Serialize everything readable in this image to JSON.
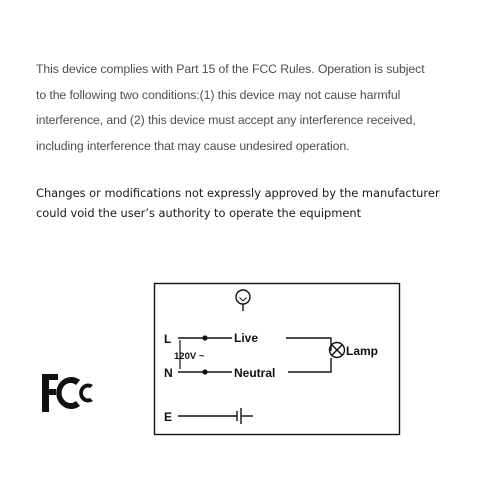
{
  "fcc_statement": {
    "lines": [
      "This device complies with Part 15 of the FCC Rules. Operation is subject",
      "to the following two conditions:(1) this device may not cause harmful",
      "interference, and (2) this device must accept any interference received,",
      "including interference that may cause undesired operation."
    ]
  },
  "modification_warning": {
    "lines": [
      "Changes or modifications not expressly approved by the manufacturer",
      "could void the user’s authority to operate the equipment"
    ]
  },
  "wiring_diagram": {
    "terminal_l": "L",
    "terminal_n": "N",
    "terminal_e": "E",
    "voltage": "120V ~",
    "live_label": "Live",
    "neutral_label": "Neutral",
    "lamp_label": "Lamp"
  },
  "logo": {
    "text": "FC",
    "icon": "fcc-logo-icon"
  }
}
